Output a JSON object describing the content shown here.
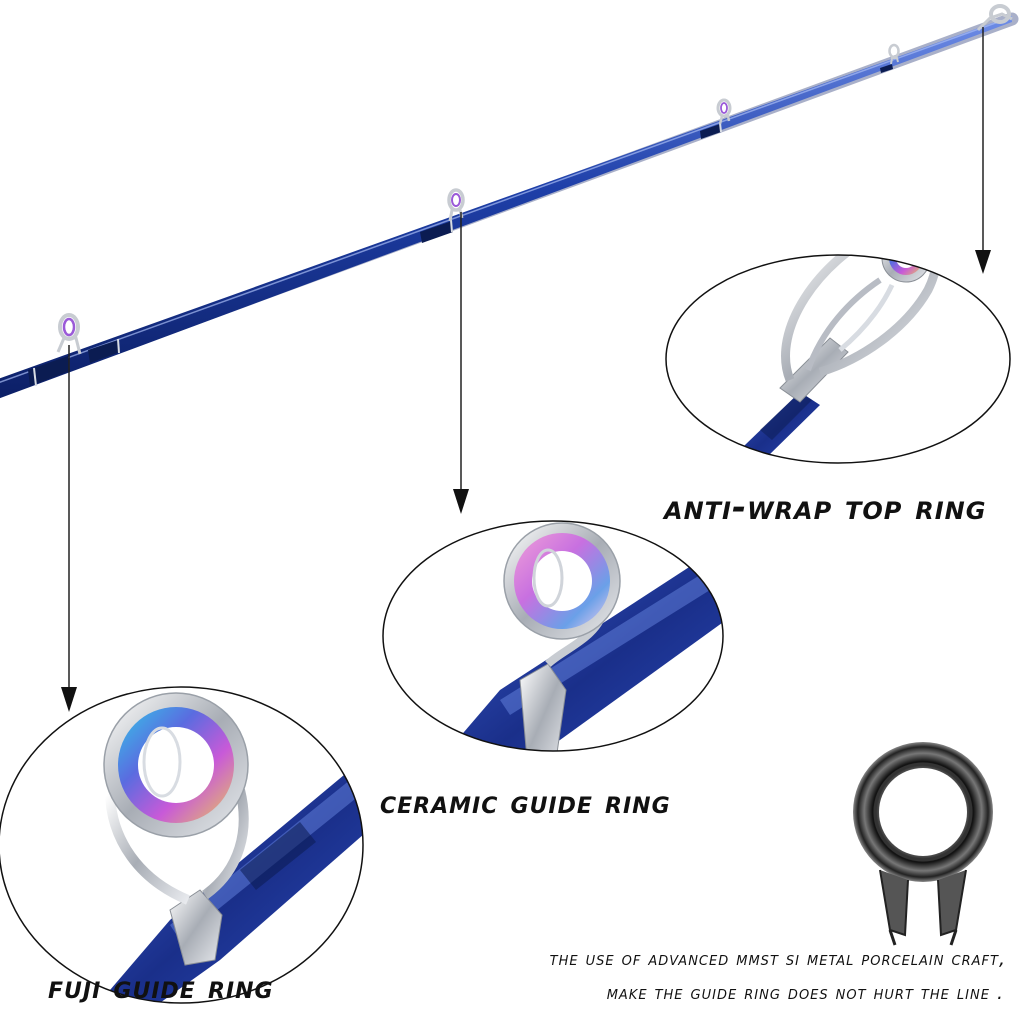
{
  "labels": {
    "anti_wrap": "Anti-wrap top ring",
    "ceramic": "Ceramic guide ring",
    "fuji": "Fuji guide ring"
  },
  "description": {
    "line1": "The use of advanced MMST SI metal porcelain craft,",
    "line2": "make The guide ring does not hurt the line ."
  },
  "colors": {
    "rod_blue": "#1e3fa8",
    "metal": "#c8ccd2",
    "ring_iridescent": "#9a5ad8"
  }
}
